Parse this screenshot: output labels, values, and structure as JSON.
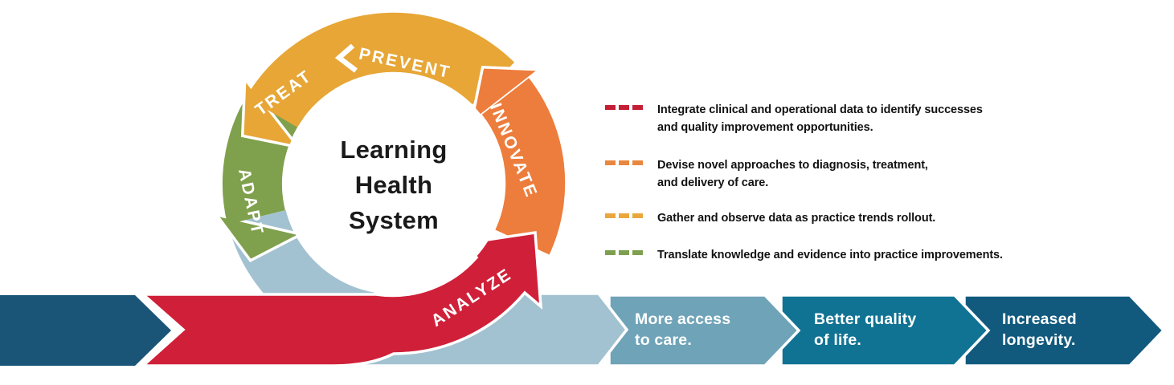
{
  "cycle": {
    "center": {
      "line1": "Learning",
      "line2": "Health",
      "line3": "System"
    },
    "segments": [
      {
        "id": "prevent",
        "label": "PREVENT",
        "color": "#E7A636"
      },
      {
        "id": "treat",
        "label": "TREAT",
        "color": "#E7A636"
      },
      {
        "id": "innovate",
        "label": "INNOVATE",
        "color": "#ED7D3C"
      },
      {
        "id": "analyze",
        "label": "ANALYZE",
        "color": "#D02039"
      },
      {
        "id": "adapt",
        "label": "ADAPT",
        "color": "#7FA04C"
      }
    ],
    "direction_chevron": "〈"
  },
  "legend": {
    "items": [
      {
        "dash_color": "#C51E35",
        "line1": "Integrate clinical and operational data to identify successes",
        "line2": "and quality improvement opportunities."
      },
      {
        "dash_color": "#E9873F",
        "line1": "Devise novel approaches to diagnosis, treatment,",
        "line2": "and delivery of care."
      },
      {
        "dash_color": "#EAA73B",
        "line1": "Gather and observe data as practice trends rollout.",
        "line2": ""
      },
      {
        "dash_color": "#7DA04E",
        "line1": "Translate knowledge and evidence into practice improvements.",
        "line2": ""
      }
    ]
  },
  "flow": {
    "start_color": "#1A5578",
    "band_color": "#A3C2D1",
    "outcomes": [
      {
        "line1": "More access",
        "line2": "to care.",
        "color": "#6FA3B8"
      },
      {
        "line1": "Better quality",
        "line2": "of life.",
        "color": "#117394"
      },
      {
        "line1": "Increased",
        "line2": "longevity.",
        "color": "#115A7E"
      }
    ]
  }
}
